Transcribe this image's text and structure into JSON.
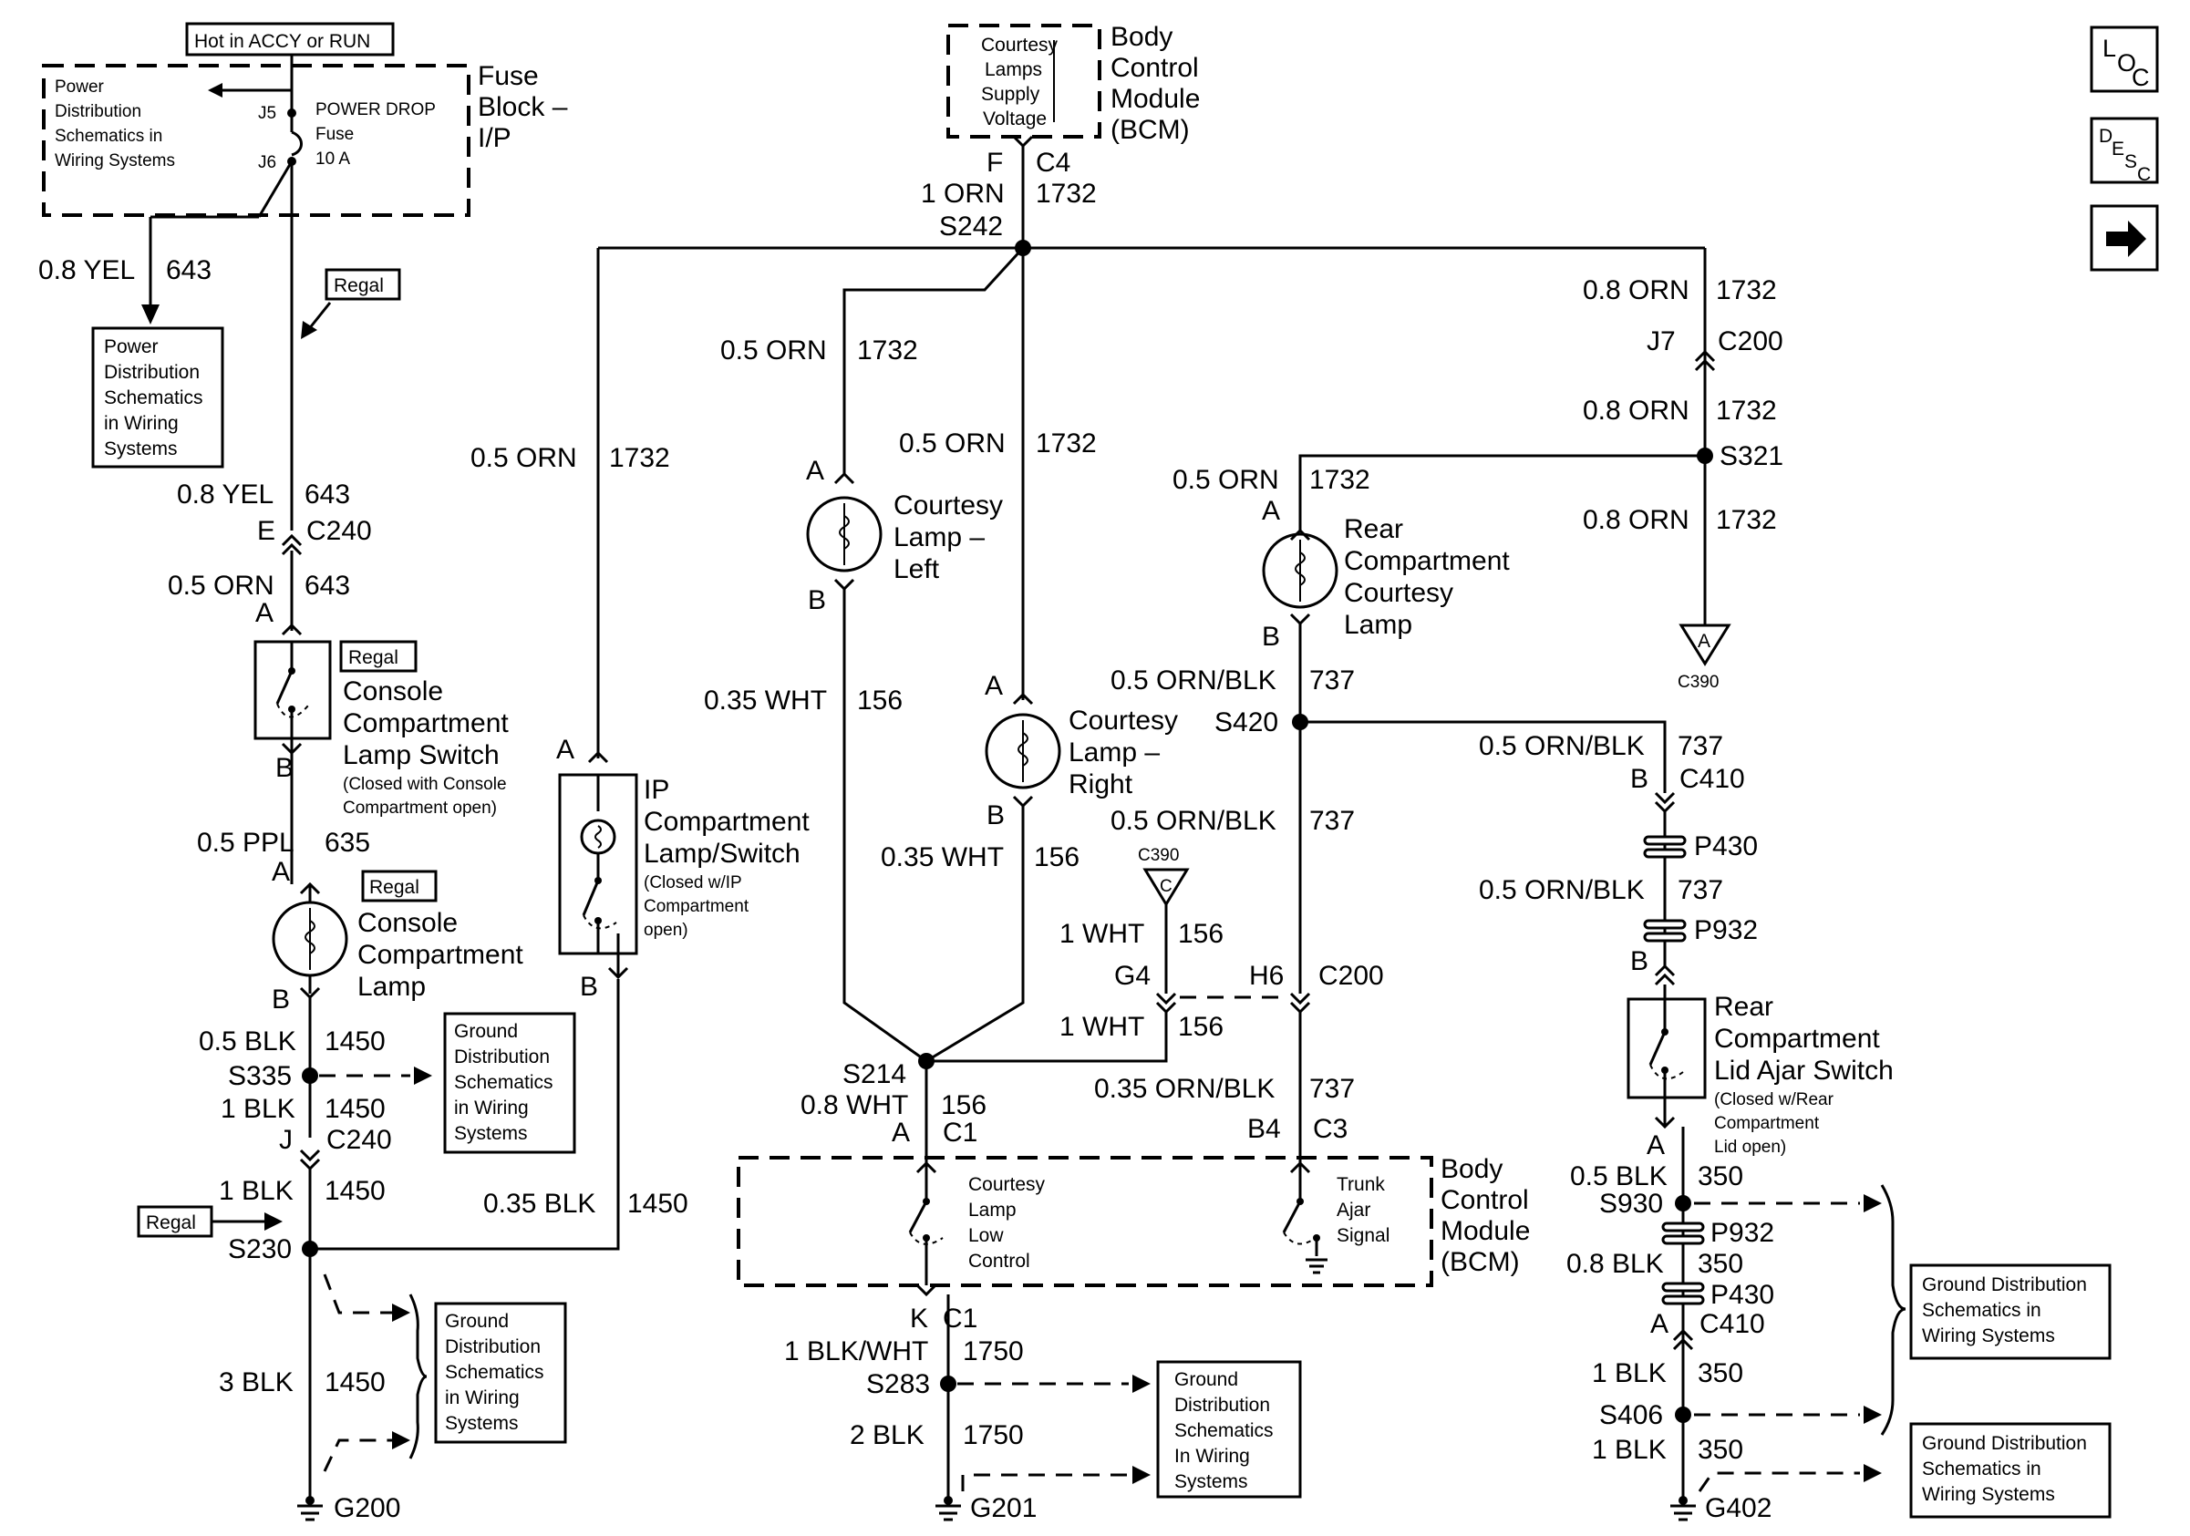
{
  "header": {
    "hot_label": "Hot in ACCY or RUN",
    "fuse_block": [
      "Fuse",
      "Block –",
      "I/P"
    ],
    "power_drop_fuse": [
      "POWER DROP",
      "Fuse",
      "10 A"
    ],
    "pin_j5": "J5",
    "pin_j6": "J6",
    "pd_schematics_ref": [
      "Power",
      "Distribution",
      "Schematics in",
      "Wiring Systems"
    ]
  },
  "bcm_top": {
    "supply_box": [
      "Courtesy",
      "Lamps",
      "Supply",
      "Voltage"
    ],
    "title": [
      "Body",
      "Control",
      "Module",
      "(BCM)"
    ],
    "pin": "F",
    "conn": "C4",
    "wire_gauge": "1 ORN",
    "wire_circuit": "1732",
    "splice": "S242"
  },
  "left_branch": {
    "wire_643_gauge": "0.8 YEL",
    "wire_643_circuit": "643",
    "pd_box": [
      "Power",
      "Distribution",
      "Schematics",
      "in Wiring",
      "Systems"
    ],
    "regal_1": "Regal",
    "wire_643b_gauge": "0.8 YEL",
    "wire_643b_circuit": "643",
    "c240_pin_e": "E",
    "c240": "C240",
    "wire_643c_gauge": "0.5 ORN",
    "wire_643c_circuit": "643",
    "pin_a1": "A",
    "regal_2": "Regal",
    "console_switch": [
      "Console",
      "Compartment",
      "Lamp Switch"
    ],
    "console_switch_note": [
      "(Closed with Console",
      "Compartment open)"
    ],
    "pin_b1": "B",
    "wire_635_gauge": "0.5 PPL",
    "wire_635_circuit": "635",
    "pin_a2": "A",
    "regal_3": "Regal",
    "console_lamp": [
      "Console",
      "Compartment",
      "Lamp"
    ],
    "pin_b2": "B",
    "wire_1450a_gauge": "0.5 BLK",
    "wire_1450a_circuit": "1450",
    "s335": "S335",
    "ground_ref_1": [
      "Ground",
      "Distribution",
      "Schematics",
      "in Wiring",
      "Systems"
    ],
    "wire_1450b_gauge": "1 BLK",
    "wire_1450b_circuit": "1450",
    "c240_pin_j": "J",
    "c240b": "C240",
    "wire_1450c_gauge": "1 BLK",
    "wire_1450c_circuit": "1450",
    "regal_4": "Regal",
    "s230": "S230",
    "wire_1450d_gauge": "0.35 BLK",
    "wire_1450d_circuit": "1450",
    "wire_1450e_gauge": "3 BLK",
    "wire_1450e_circuit": "1450",
    "ground_ref_2": [
      "Ground",
      "Distribution",
      "Schematics",
      "in Wiring",
      "Systems"
    ],
    "g200": "G200"
  },
  "ip_lamp": {
    "wire_gauge": "0.5 ORN",
    "wire_circuit": "1732",
    "pin_a": "A",
    "pin_b": "B",
    "title": [
      "IP",
      "Compartment",
      "Lamp/Switch"
    ],
    "note": [
      "(Closed w/IP",
      "Compartment",
      "open)"
    ]
  },
  "center": {
    "wire_l_gauge": "0.5 ORN",
    "wire_l_circuit": "1732",
    "lamp_left_pin_a": "A",
    "lamp_left": [
      "Courtesy",
      "Lamp –",
      "Left"
    ],
    "lamp_left_pin_b": "B",
    "wire_156a_gauge": "0.35 WHT",
    "wire_156a_circuit": "156",
    "wire_r_gauge": "0.5 ORN",
    "wire_r_circuit": "1732",
    "lamp_right_pin_a": "A",
    "lamp_right": [
      "Courtesy",
      "Lamp –",
      "Right"
    ],
    "lamp_right_pin_b": "B",
    "wire_156b_gauge": "0.35 WHT",
    "wire_156b_circuit": "156",
    "c390": "C390",
    "c390_pin": "C",
    "wire_156c_gauge": "1 WHT",
    "wire_156c_circuit": "156",
    "g4": "G4",
    "h6": "H6",
    "c200": "C200",
    "wire_156d_gauge": "1 WHT",
    "wire_156d_circuit": "156",
    "s214": "S214",
    "wire_156e_gauge": "0.8 WHT",
    "wire_156e_circuit": "156",
    "c1_pin_a": "A",
    "c1": "C1",
    "wire_737_gauge": "0.35 ORN/BLK",
    "wire_737_circuit": "737",
    "c3_pin": "B4",
    "c3": "C3"
  },
  "bcm_bottom": {
    "courtesy_ctrl": [
      "Courtesy",
      "Lamp",
      "Low",
      "Control"
    ],
    "trunk_signal": [
      "Trunk",
      "Ajar",
      "Signal"
    ],
    "title": [
      "Body",
      "Control",
      "Module",
      "(BCM)"
    ],
    "pin_k": "K",
    "conn": "C1",
    "wire_1750a_gauge": "1 BLK/WHT",
    "wire_1750a_circuit": "1750",
    "s283": "S283",
    "wire_1750b_gauge": "2 BLK",
    "wire_1750b_circuit": "1750",
    "g201": "G201",
    "ground_ref": [
      "Ground",
      "Distribution",
      "Schematics",
      "In Wiring",
      "Systems"
    ]
  },
  "rear": {
    "wire_1732a_gauge": "0.5 ORN",
    "wire_1732a_circuit": "1732",
    "lamp_pin_a": "A",
    "lamp": [
      "Rear",
      "Compartment",
      "Courtesy",
      "Lamp"
    ],
    "lamp_pin_b": "B",
    "wire_737a_gauge": "0.5 ORN/BLK",
    "wire_737a_circuit": "737",
    "s420": "S420",
    "wire_737b_gauge": "0.5 ORN/BLK",
    "wire_737b_circuit": "737"
  },
  "right": {
    "wire_1732a_gauge": "0.8 ORN",
    "wire_1732a_circuit": "1732",
    "j7": "J7",
    "c200": "C200",
    "wire_1732b_gauge": "0.8 ORN",
    "wire_1732b_circuit": "1732",
    "s321": "S321",
    "wire_1732c_gauge": "0.8 ORN",
    "wire_1732c_circuit": "1732",
    "c390_pin": "A",
    "c390": "C390",
    "wire_737c_gauge": "0.5 ORN/BLK",
    "wire_737c_circuit": "737",
    "c410_pin_b": "B",
    "c410": "C410",
    "p430": "P430",
    "wire_737d_gauge": "0.5 ORN/BLK",
    "wire_737d_circuit": "737",
    "p932": "P932",
    "pin_b": "B",
    "lid_switch": [
      "Rear",
      "Compartment",
      "Lid Ajar Switch"
    ],
    "lid_note": [
      "(Closed w/Rear",
      "Compartment",
      "Lid open)"
    ],
    "pin_a": "A",
    "wire_350a_gauge": "0.5 BLK",
    "wire_350a_circuit": "350",
    "s930": "S930",
    "p932b": "P932",
    "wire_350b_gauge": "0.8 BLK",
    "wire_350b_circuit": "350",
    "p430b": "P430",
    "c410b_pin": "A",
    "c410b": "C410",
    "wire_350c_gauge": "1 BLK",
    "wire_350c_circuit": "350",
    "s406": "S406",
    "wire_350d_gauge": "1 BLK",
    "wire_350d_circuit": "350",
    "g402": "G402",
    "ground_ref_1": [
      "Ground Distribution",
      "Schematics in",
      "Wiring Systems"
    ],
    "ground_ref_2": [
      "Ground Distribution",
      "Schematics in",
      "Wiring Systems"
    ]
  },
  "nav": {
    "loc": [
      "L",
      "O",
      "C"
    ],
    "desc": [
      "D",
      "E",
      "S",
      "C"
    ]
  }
}
